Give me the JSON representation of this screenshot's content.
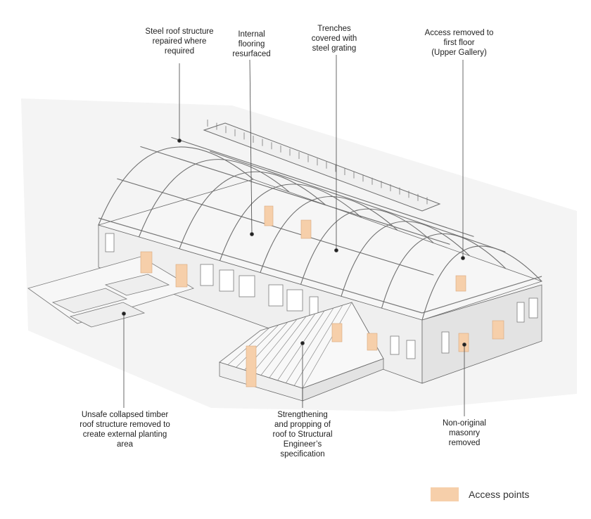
{
  "annotations": [
    {
      "id": "steel-roof",
      "text": "Steel roof structure\nrepaired where\nrequired"
    },
    {
      "id": "internal-flooring",
      "text": "Internal\nflooring\nresurfaced"
    },
    {
      "id": "trenches",
      "text": "Trenches\ncovered with\nsteel grating"
    },
    {
      "id": "access-removed",
      "text": "Access removed to\nfirst floor\n(Upper Gallery)"
    },
    {
      "id": "timber-roof",
      "text": "Unsafe collapsed timber\nroof structure removed to\ncreate external planting\narea"
    },
    {
      "id": "strengthening",
      "text": "Strengthening\nand propping of\nroof to Structural\nEngineer’s\nspecification"
    },
    {
      "id": "masonry",
      "text": "Non-original\nmasonry\nremoved"
    }
  ],
  "legend": {
    "label": "Access points",
    "color": "#f6cfaa"
  },
  "colors": {
    "stroke": "#6b6b6b",
    "wall": "#efefef",
    "shadow": "#e7e7e7",
    "access": "#f6cfaa"
  }
}
